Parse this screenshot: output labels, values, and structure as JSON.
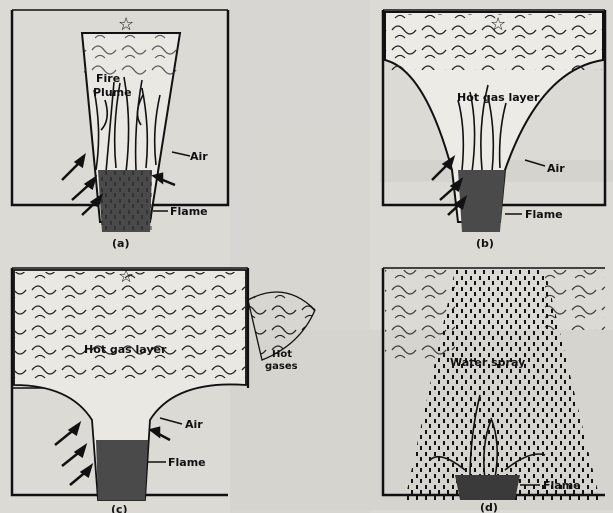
{
  "panels": {
    "a": {
      "caption": "(a)",
      "plume": "Fire\nPlume",
      "air": "Air",
      "flame": "Flame"
    },
    "b": {
      "caption": "(b)",
      "layer": "Hot gas layer",
      "air": "Air",
      "flame": "Flame"
    },
    "c": {
      "caption": "(c)",
      "layer": "Hot gas layer",
      "hot_gases": "Hot\ngases",
      "air": "Air",
      "flame": "Flame"
    },
    "d": {
      "caption": "(d)",
      "spray": "Water spray",
      "flame": "Flame"
    }
  }
}
